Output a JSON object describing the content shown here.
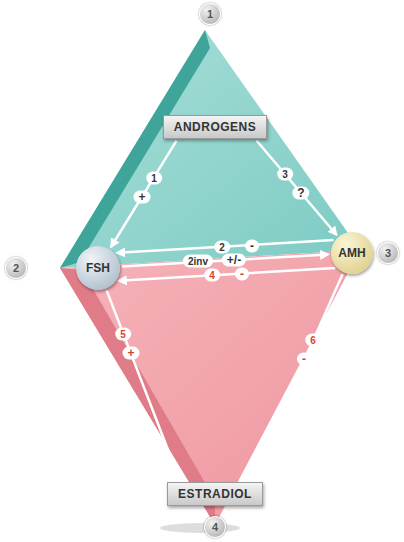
{
  "diagram": {
    "nodes": [
      {
        "text": [
          "ANDROGENS"
        ]
      },
      {
        "text": [
          "FSH"
        ]
      },
      {
        "text": [
          "AMH"
        ]
      },
      {
        "text": [
          "ESTRADIOL"
        ]
      }
    ],
    "edges": [
      {
        "from": 0,
        "to": 1,
        "arrow": "to",
        "label": "1"
      },
      {
        "from": 0,
        "to": 2,
        "arrow": "to",
        "label": "3"
      },
      {
        "from": 2,
        "to": 1,
        "arrow": "to",
        "label": "2"
      },
      {
        "from": 1,
        "to": 2,
        "arrow": "to",
        "label": "2inv"
      },
      {
        "from": 2,
        "to": 1,
        "arrow": "to",
        "label": "4"
      },
      {
        "from": 1,
        "to": 3,
        "arrow": "to",
        "label": "5"
      },
      {
        "from": 2,
        "to": 3,
        "arrow": "to",
        "label": "6"
      }
    ],
    "labels": [
      "1",
      "2",
      "3",
      "4",
      "+",
      "?",
      "-",
      "+/-",
      "-",
      "+",
      "-"
    ]
  }
}
